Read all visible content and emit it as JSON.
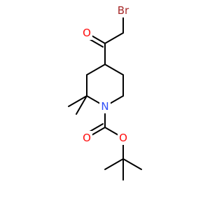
{
  "molecule": {
    "atoms": {
      "br": {
        "label": "Br",
        "color": "#A62929"
      },
      "o_ketone": {
        "label": "O",
        "color": "#FF0D0D"
      },
      "n_ring": {
        "label": "N",
        "color": "#3050F8"
      },
      "o_carbonyl": {
        "label": "O",
        "color": "#FF0D0D"
      },
      "o_ester": {
        "label": "O",
        "color": "#FF0D0D"
      }
    },
    "bond_color": "#000000"
  }
}
